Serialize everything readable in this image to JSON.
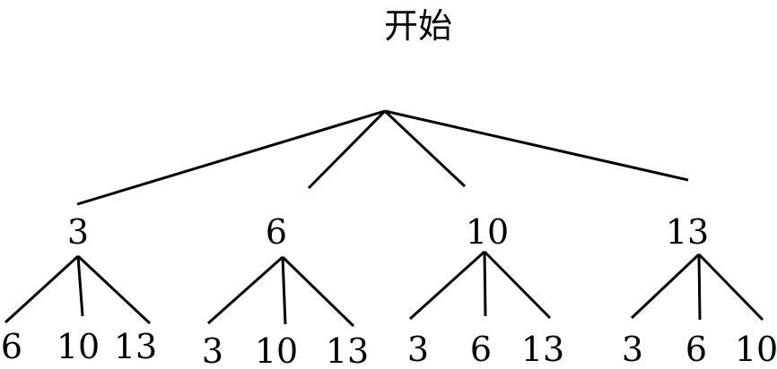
{
  "tree": {
    "root": {
      "label": "开始"
    },
    "level1": [
      {
        "label": "3",
        "children": [
          "6",
          "10",
          "13"
        ]
      },
      {
        "label": "6",
        "children": [
          "3",
          "10",
          "13"
        ]
      },
      {
        "label": "10",
        "children": [
          "3",
          "6",
          "13"
        ]
      },
      {
        "label": "13",
        "children": [
          "3",
          "6",
          "10"
        ]
      }
    ]
  }
}
